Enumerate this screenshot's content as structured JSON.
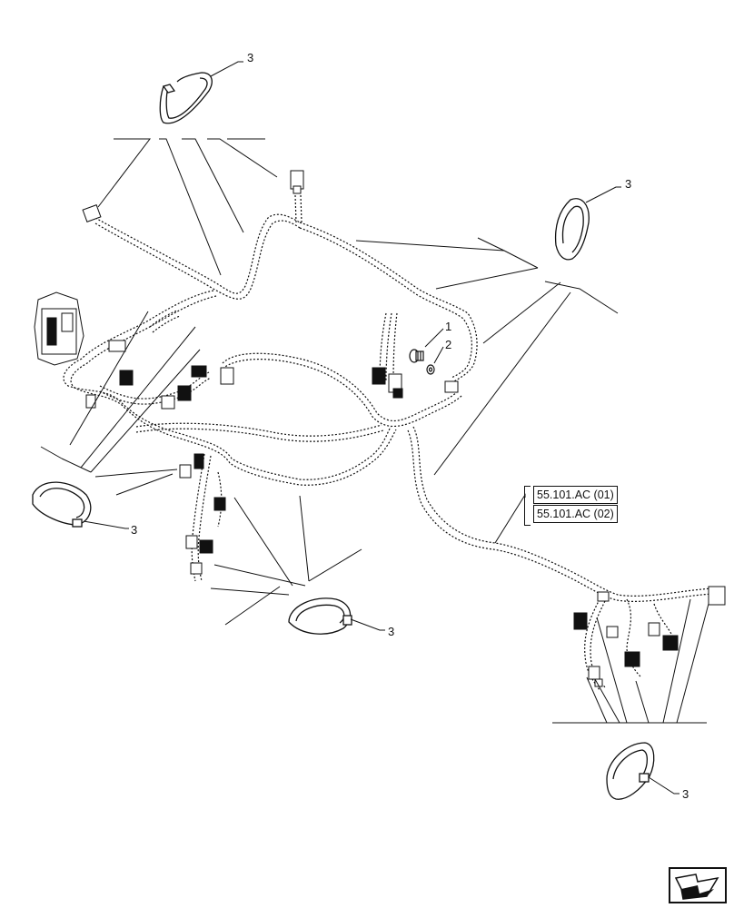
{
  "callouts": {
    "part_1": "1",
    "part_2": "2",
    "clip_label": "3"
  },
  "references": [
    {
      "label": "55.101.AC (01)"
    },
    {
      "label": "55.101.AC (02)"
    }
  ],
  "icons": {
    "navigation": "next-page-arrow-icon"
  },
  "colors": {
    "line": "#111111",
    "background": "#ffffff"
  }
}
